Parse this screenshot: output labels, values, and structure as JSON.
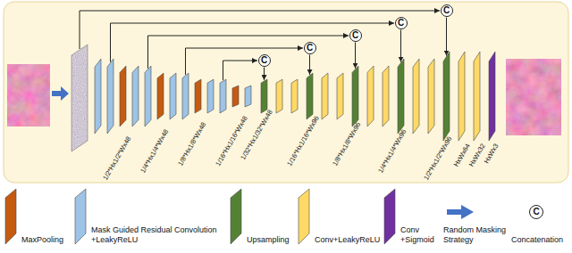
{
  "diagram": {
    "nodes": [
      {
        "text": [
          "C"
        ]
      },
      {
        "text": [
          "C"
        ]
      },
      {
        "text": [
          "C"
        ]
      },
      {
        "text": [
          "C"
        ]
      },
      {
        "text": [
          "C"
        ]
      }
    ],
    "labels": [
      "1/2*Hx1/2*Wx48",
      "1/4*Hx1/4*Wx48",
      "1/8*Hx1/8*Wx48",
      "1/16*Hx1/16*Wx48",
      "1/32*Hx1/32*Wx48",
      "1/16*Hx1/16*Wx96",
      "1/8*Hx1/8*Wx96",
      "1/4*Hx1/4*Wx96",
      "1/2*Hx1/2*Wx96",
      "HxWx64",
      "HxWx32",
      "HxWx3",
      "C"
    ],
    "legend": [
      {
        "text": "MaxPooling",
        "color": "#c55a11"
      },
      {
        "text": "Mask Guided Residual Convolution +LeakyReLU",
        "color": "#9dc3e6"
      },
      {
        "text": "Upsampling",
        "color": "#548235"
      },
      {
        "text": "Conv+LeakyReLU",
        "color": "#ffd966"
      },
      {
        "text": "Conv +Sigmoid",
        "color": "#7030a0"
      },
      {
        "text": "Random Masking Strategy"
      },
      {
        "text": "Concatenation"
      }
    ]
  }
}
